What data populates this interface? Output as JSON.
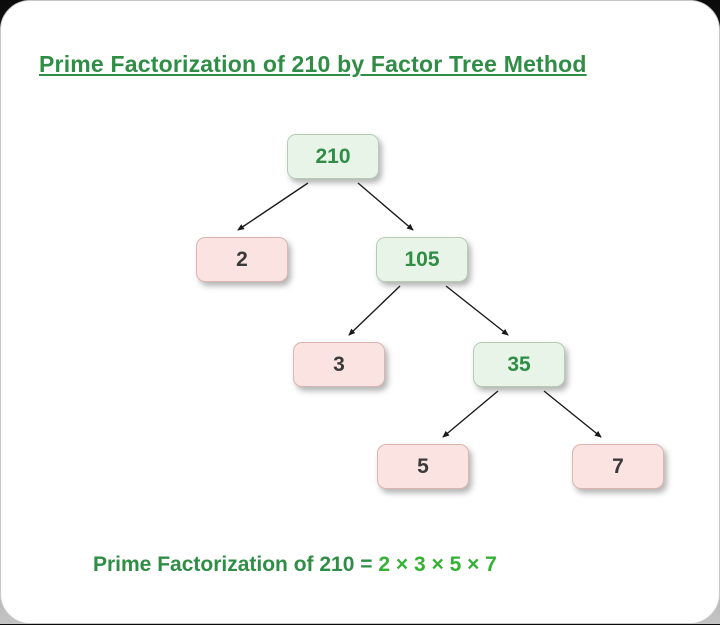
{
  "title": "Prime Factorization of 210 by Factor Tree Method",
  "tree": {
    "nodes": [
      {
        "label": "210",
        "style": "green"
      },
      {
        "label": "2",
        "style": "pink"
      },
      {
        "label": "105",
        "style": "green"
      },
      {
        "label": "3",
        "style": "pink"
      },
      {
        "label": "35",
        "style": "green"
      },
      {
        "label": "5",
        "style": "pink"
      },
      {
        "label": "7",
        "style": "pink"
      }
    ],
    "edges": [
      {
        "from": "210",
        "to": "2"
      },
      {
        "from": "210",
        "to": "105"
      },
      {
        "from": "105",
        "to": "3"
      },
      {
        "from": "105",
        "to": "35"
      },
      {
        "from": "35",
        "to": "5"
      },
      {
        "from": "35",
        "to": "7"
      }
    ]
  },
  "result": {
    "label": "Prime Factorization of 210 = ",
    "factors": "2 × 3 × 5 × 7"
  },
  "colors": {
    "title_green": "#2f8d46",
    "factors_green": "#33b234",
    "node_green_bg": "#e9f4e9",
    "node_green_border": "#b4ccb4",
    "node_green_text": "#2f8d46",
    "node_pink_bg": "#fbe3e1",
    "node_pink_border": "#dcb4b0",
    "node_pink_text": "#3a3a3a",
    "arrow_black": "#1a1a1a"
  }
}
